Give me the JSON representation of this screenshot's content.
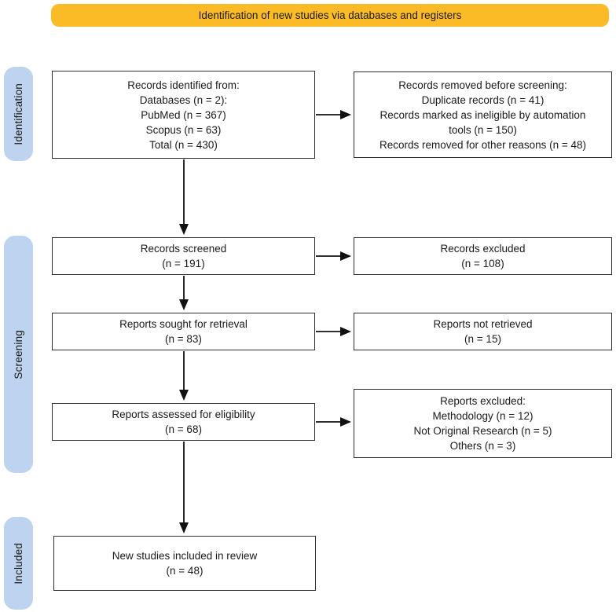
{
  "banner": {
    "label": "Identification of new studies via databases and registers"
  },
  "sidebar": {
    "items": [
      {
        "id": "identification",
        "label": "Identification"
      },
      {
        "id": "screening",
        "label": "Screening"
      },
      {
        "id": "included",
        "label": "Included"
      }
    ]
  },
  "flow": {
    "left_boxes": [
      {
        "id": "records-identified",
        "text": "Records identified from:\nDatabases (n = 2):\nPubMed (n = 367)\nScopus (n = 63)\nTotal (n = 430)"
      },
      {
        "id": "records-screened",
        "text": "Records screened\n(n = 191)"
      },
      {
        "id": "reports-sought",
        "text": "Reports sought for retrieval\n(n = 83)"
      },
      {
        "id": "reports-assessed",
        "text": "Reports assessed for eligibility\n(n = 68)"
      },
      {
        "id": "new-studies-included",
        "text": "New studies included in review\n(n = 48)"
      }
    ],
    "right_boxes": [
      {
        "id": "records-removed",
        "text": "Records removed before screening:\nDuplicate records (n = 41)\nRecords marked as ineligible by automation\ntools (n = 150)\nRecords removed for other reasons (n = 48)"
      },
      {
        "id": "records-excluded",
        "text": "Records excluded\n(n = 108)"
      },
      {
        "id": "reports-not-retrieved",
        "text": "Reports not retrieved\n(n = 15)"
      },
      {
        "id": "reports-excluded",
        "text": "Reports excluded:\nMethodology (n = 12)\nNot Original Research (n = 5)\nOthers (n = 3)"
      }
    ]
  },
  "colors": {
    "banner_bg": "#FBBB26",
    "sidebar_bg": "#BDD3EF",
    "box_border": "#2E2E2E",
    "arrow": "#111111",
    "text": "#1A1A1A"
  }
}
